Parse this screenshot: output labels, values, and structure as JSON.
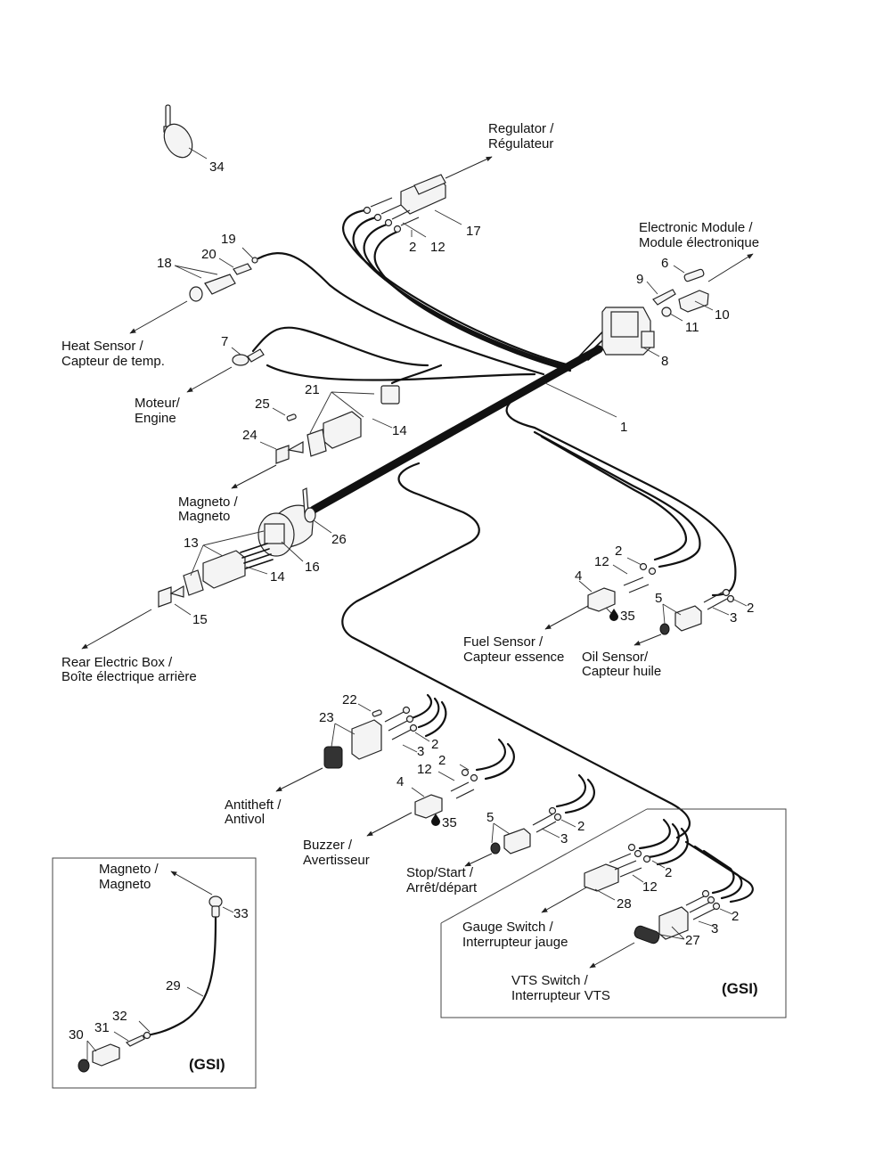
{
  "diagram": {
    "title": "Wiring Harness Exploded View",
    "destinations": {
      "regulator": [
        "Regulator /",
        "Régulateur"
      ],
      "electronic_module": [
        "Electronic Module /",
        "Module électronique"
      ],
      "heat_sensor": [
        "Heat Sensor /",
        "Capteur de temp."
      ],
      "engine": [
        "Moteur/",
        "Engine"
      ],
      "magneto": [
        "Magneto /",
        "Magneto"
      ],
      "rear_electric_box": [
        "Rear Electric Box /",
        "Boîte électrique arrière"
      ],
      "fuel_sensor": [
        "Fuel Sensor /",
        "Capteur essence"
      ],
      "oil_sensor": [
        "Oil Sensor/",
        "Capteur huile"
      ],
      "antitheft": [
        "Antitheft /",
        "Antivol"
      ],
      "buzzer": [
        "Buzzer /",
        "Avertisseur"
      ],
      "stop_start": [
        "Stop/Start /",
        "Arrêt/départ"
      ],
      "gauge_switch": [
        "Gauge Switch /",
        "Interrupteur jauge"
      ],
      "vts_switch": [
        "VTS Switch /",
        "Interrupteur VTS"
      ],
      "magneto_gsi": [
        "Magneto /",
        "Magneto"
      ]
    },
    "callouts": {
      "c34": "34",
      "c17": "17",
      "c2a": "2",
      "c12a": "12",
      "c19": "19",
      "c20": "20",
      "c18": "18",
      "c6": "6",
      "c9": "9",
      "c10": "10",
      "c11": "11",
      "c8": "8",
      "c7": "7",
      "c1": "1",
      "c21": "21",
      "c25": "25",
      "c14a": "14",
      "c24": "24",
      "c26": "26",
      "c13": "13",
      "c16": "16",
      "c14b": "14",
      "c15": "15",
      "c2b": "2",
      "c12b": "12",
      "c4a": "4",
      "c35a": "35",
      "c5a": "5",
      "c2c": "2",
      "c3a": "3",
      "c22": "22",
      "c23": "23",
      "c2d": "2",
      "c3b": "3",
      "c2e": "2",
      "c12c": "12",
      "c4b": "4",
      "c35b": "35",
      "c5b": "5",
      "c2f": "2",
      "c3c": "3",
      "c2g": "2",
      "c12d": "12",
      "c28": "28",
      "c2h": "2",
      "c3d": "3",
      "c27": "27",
      "c33": "33",
      "c29": "29",
      "c32": "32",
      "c31": "31",
      "c30": "30"
    },
    "variant_tags": {
      "main_gsi": "(GSI)",
      "inset_gsi": "(GSI)"
    },
    "icons": {
      "sealant_drop": "drop-icon"
    }
  }
}
